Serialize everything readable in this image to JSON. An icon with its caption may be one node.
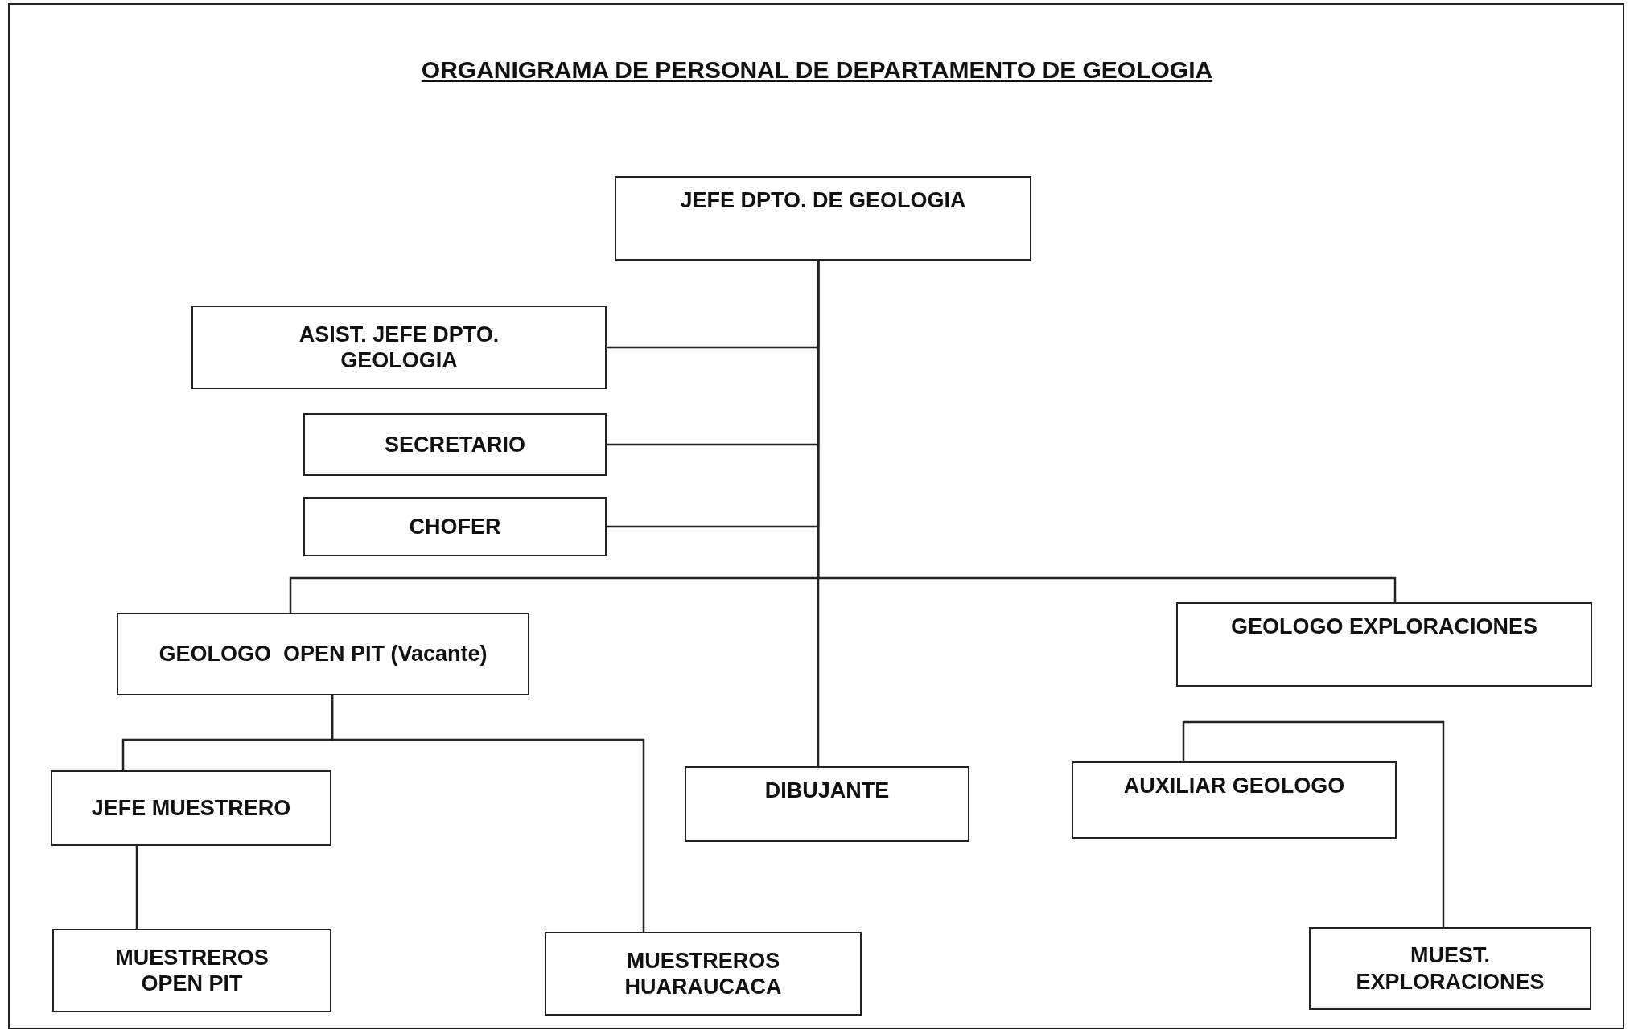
{
  "diagram": {
    "title": "ORGANIGRAMA DE PERSONAL DE DEPARTAMENTO DE GEOLOGIA",
    "nodes": [
      {
        "text": [
          "JEFE DPTO. DE GEOLOGIA"
        ]
      },
      {
        "text": [
          "ASIST. JEFE DPTO. GEOLOGIA"
        ]
      },
      {
        "text": [
          "SECRETARIO"
        ]
      },
      {
        "text": [
          "CHOFER"
        ]
      },
      {
        "text": [
          "GEOLOGO  OPEN PIT (Vacante)"
        ]
      },
      {
        "text": [
          "GEOLOGO EXPLORACIONES"
        ]
      },
      {
        "text": [
          "JEFE MUESTRERO"
        ]
      },
      {
        "text": [
          "DIBUJANTE"
        ]
      },
      {
        "text": [
          "AUXILIAR GEOLOGO"
        ]
      },
      {
        "text": [
          "MUESTREROS OPEN PIT"
        ]
      },
      {
        "text": [
          "MUESTREROS HUARAUCACA"
        ]
      },
      {
        "text": [
          "MUEST. EXPLORACIONES"
        ]
      }
    ],
    "edges": [
      {
        "from": 0,
        "to": 1,
        "arrow": "none"
      },
      {
        "from": 0,
        "to": 2,
        "arrow": "none"
      },
      {
        "from": 0,
        "to": 3,
        "arrow": "none"
      },
      {
        "from": 0,
        "to": 4,
        "arrow": "none"
      },
      {
        "from": 0,
        "to": 5,
        "arrow": "none"
      },
      {
        "from": 0,
        "to": 7,
        "arrow": "none"
      },
      {
        "from": 4,
        "to": 6,
        "arrow": "none"
      },
      {
        "from": 4,
        "to": 10,
        "arrow": "none"
      },
      {
        "from": 6,
        "to": 9,
        "arrow": "none"
      },
      {
        "from": 8,
        "to": 11,
        "arrow": "none"
      }
    ]
  }
}
